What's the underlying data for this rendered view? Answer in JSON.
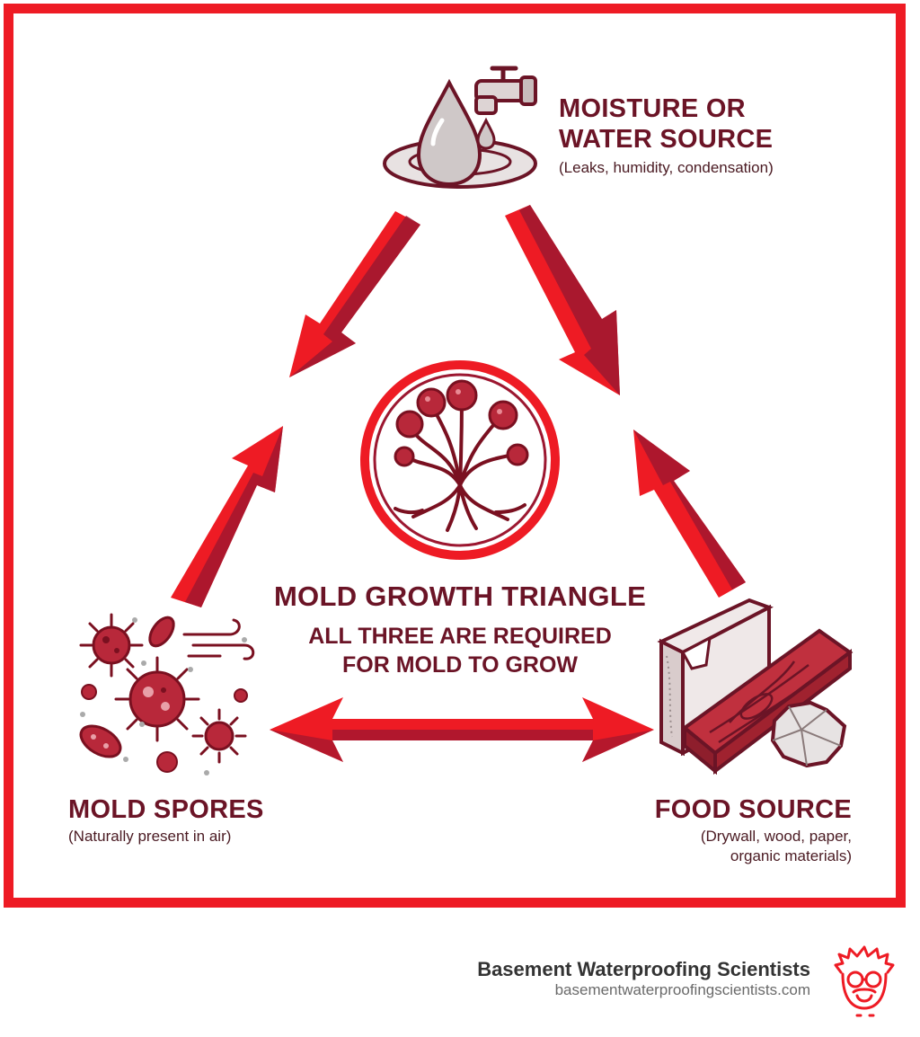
{
  "moisture": {
    "title_line1": "MOISTURE OR",
    "title_line2": "WATER SOURCE",
    "subtitle": "(Leaks, humidity, condensation)"
  },
  "center": {
    "title": "MOLD GROWTH TRIANGLE",
    "subtitle_line1": "ALL THREE ARE REQUIRED",
    "subtitle_line2": "FOR MOLD TO GROW"
  },
  "spores": {
    "title": "MOLD SPORES",
    "subtitle": "(Naturally present in air)"
  },
  "food": {
    "title": "FOOD SOURCE",
    "subtitle_line1": "(Drywall, wood, paper,",
    "subtitle_line2": "organic materials)"
  },
  "footer": {
    "brand_name": "Basement Waterproofing Scientists",
    "brand_url": "basementwaterproofingscientists.com"
  },
  "colors": {
    "frame_red": "#ee1b24",
    "arrow_red": "#ee1b24",
    "arrow_dark": "#9c1730",
    "text_maroon": "#6b1426"
  },
  "icons": {
    "moisture": "water-drop-faucet-icon",
    "mold": "mold-colony-icon",
    "spores": "spores-icon",
    "food": "drywall-wood-paper-icon",
    "logo": "scientist-logo-icon"
  }
}
